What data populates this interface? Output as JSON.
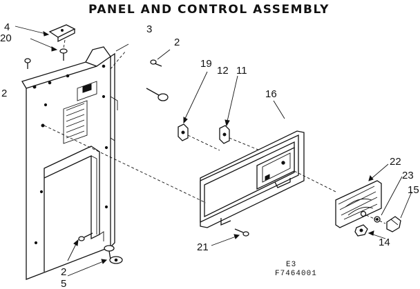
{
  "title": "PANEL AND CONTROL ASSEMBLY",
  "drawing_code_line1": "E3",
  "drawing_code_line2": "F7464001",
  "callouts": {
    "c4": "4",
    "c20": "20",
    "c2_left": "2",
    "c3": "3",
    "c2_screw": "2",
    "c19": "19",
    "c12": "12",
    "c11": "11",
    "c16": "16",
    "c22": "22",
    "c23": "23",
    "c15": "15",
    "c14": "14",
    "c21": "21",
    "c2_bottom": "2",
    "c5": "5"
  }
}
